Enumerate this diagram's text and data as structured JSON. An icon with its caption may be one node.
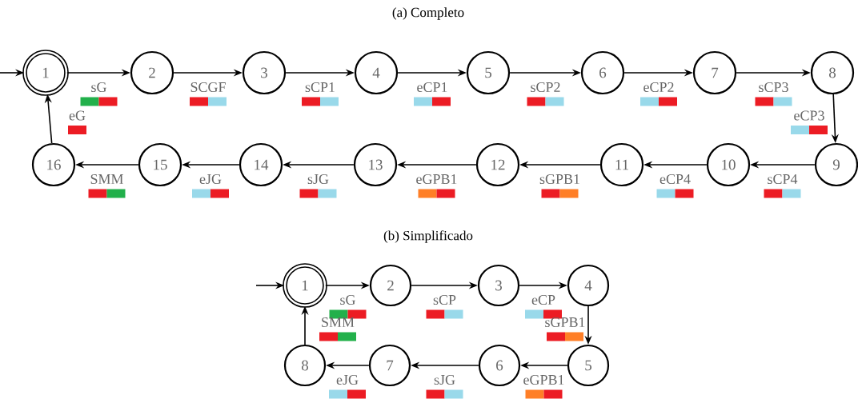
{
  "diagram": {
    "nodes": [
      {
        "text": [
          "1"
        ]
      },
      {
        "text": [
          "2"
        ]
      },
      {
        "text": [
          "3"
        ]
      },
      {
        "text": [
          "4"
        ]
      },
      {
        "text": [
          "5"
        ]
      },
      {
        "text": [
          "6"
        ]
      },
      {
        "text": [
          "7"
        ]
      },
      {
        "text": [
          "8"
        ]
      },
      {
        "text": [
          "9"
        ]
      },
      {
        "text": [
          "10"
        ]
      },
      {
        "text": [
          "11"
        ]
      },
      {
        "text": [
          "12"
        ]
      },
      {
        "text": [
          "13"
        ]
      },
      {
        "text": [
          "14"
        ]
      },
      {
        "text": [
          "15"
        ]
      },
      {
        "text": [
          "16"
        ]
      },
      {
        "text": [
          "1"
        ]
      },
      {
        "text": [
          "2"
        ]
      },
      {
        "text": [
          "3"
        ]
      },
      {
        "text": [
          "4"
        ]
      },
      {
        "text": [
          "5"
        ]
      },
      {
        "text": [
          "6"
        ]
      },
      {
        "text": [
          "7"
        ]
      },
      {
        "text": [
          "8"
        ]
      }
    ],
    "edges": [
      {
        "from": 0,
        "to": 1,
        "arrow": "to",
        "label": "sG"
      },
      {
        "from": 1,
        "to": 2,
        "arrow": "to",
        "label": "SCGF"
      },
      {
        "from": 2,
        "to": 3,
        "arrow": "to",
        "label": "sCP1"
      },
      {
        "from": 3,
        "to": 4,
        "arrow": "to",
        "label": "eCP1"
      },
      {
        "from": 4,
        "to": 5,
        "arrow": "to",
        "label": "sCP2"
      },
      {
        "from": 5,
        "to": 6,
        "arrow": "to",
        "label": "eCP2"
      },
      {
        "from": 6,
        "to": 7,
        "arrow": "to",
        "label": "sCP3"
      },
      {
        "from": 7,
        "to": 8,
        "arrow": "to",
        "label": "eCP3"
      },
      {
        "from": 8,
        "to": 9,
        "arrow": "to",
        "label": "sCP4"
      },
      {
        "from": 9,
        "to": 10,
        "arrow": "to",
        "label": "eCP4"
      },
      {
        "from": 10,
        "to": 11,
        "arrow": "to",
        "label": "sGPB1"
      },
      {
        "from": 11,
        "to": 12,
        "arrow": "to",
        "label": "eGPB1"
      },
      {
        "from": 12,
        "to": 13,
        "arrow": "to",
        "label": "sJG"
      },
      {
        "from": 13,
        "to": 14,
        "arrow": "to",
        "label": "eJG"
      },
      {
        "from": 14,
        "to": 15,
        "arrow": "to",
        "label": "SMM"
      },
      {
        "from": 15,
        "to": 0,
        "arrow": "to",
        "label": "eG"
      },
      {
        "from": null,
        "to": 0,
        "arrow": "to"
      },
      {
        "from": 16,
        "to": 17,
        "arrow": "to",
        "label": "sG"
      },
      {
        "from": 17,
        "to": 18,
        "arrow": "to",
        "label": "sCP"
      },
      {
        "from": 18,
        "to": 19,
        "arrow": "to",
        "label": "eCP"
      },
      {
        "from": 19,
        "to": 20,
        "arrow": "to",
        "label": "sGPB1"
      },
      {
        "from": 20,
        "to": 21,
        "arrow": "to",
        "label": "eGPB1"
      },
      {
        "from": 21,
        "to": 22,
        "arrow": "to",
        "label": "sJG"
      },
      {
        "from": 22,
        "to": 23,
        "arrow": "to",
        "label": "eJG"
      },
      {
        "from": 23,
        "to": 16,
        "arrow": "to",
        "label": "SMM"
      },
      {
        "from": null,
        "to": 16,
        "arrow": "to"
      }
    ],
    "labels": [
      "(a)  Completo",
      "(b)  Simplificado"
    ]
  }
}
